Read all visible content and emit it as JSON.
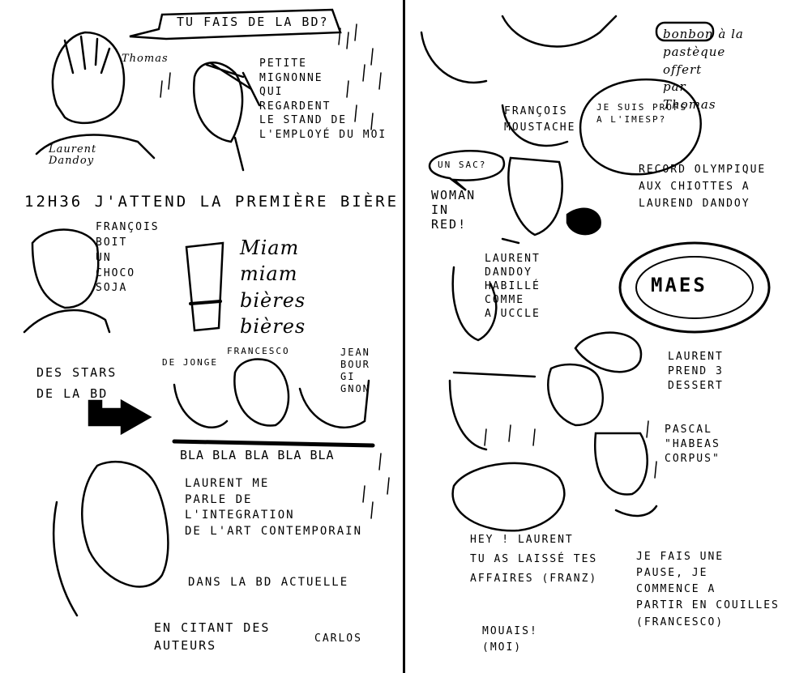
{
  "left_page": {
    "speech_bd": "TU FAIS DE LA BD?",
    "label_thomas": "Thomas",
    "label_laurent": "Laurent\nDandoy",
    "petite_mignonne": "PETITE\nMIGNONNE\nQUI\nREGARDENT\nLE STAND DE\nL'EMPLOYÉ DU MOI",
    "time_line": "12H36 J'ATTEND LA PREMIÈRE BIÈRE",
    "francois_boit": "FRANÇOIS\nBOIT\nUN\nCHOCO\nSOJA",
    "miam": "Miam\nmiam\nbières\nbières",
    "des_stars": "DES STARS\nDE LA BD",
    "label_francesco": "FRANCESCO",
    "label_dejonge": "DE JONGE",
    "label_jean": "JEAN\nBOUR\nGI\nGNON",
    "bla": "BLA BLA BLA BLA BLA",
    "laurent_me": "LAURENT ME\nPARLE DE\nL'INTEGRATION\nDE L'ART CONTEMPORAIN",
    "dans_la_bd": "DANS LA BD ACTUELLE",
    "en_citant": "EN CITANT DES\nAUTEURS",
    "carlos": "CARLOS"
  },
  "right_page": {
    "bonbon": "bonbon à la\npastèque\noffert\npar\nThomas",
    "francois_moustache": "FRANÇOIS\nMOUSTACHE",
    "profs": "JE SUIS PROFS\nA L'IMESP?",
    "un_sac": "UN SAC?",
    "woman": "WOMAN\nIN\nRED!",
    "record": "RECORD OLYMPIQUE\nAUX CHIOTTES A\nLAUREND DANDOY",
    "laurent_habille": "LAURENT\nDANDOY\nHABILLÉ\nCOMME\nA UCCLE",
    "maes": "MAES",
    "laurent_dessert": "LAURENT\nPREND 3\nDESSERT",
    "pascal": "PASCAL\n\"HABEAS\nCORPUS\"",
    "hey_laurent": "HEY ! LAURENT\nTU AS LAISSÉ TES\nAFFAIRES (FRANZ)",
    "je_fais": "JE FAIS UNE\nPAUSE, JE\nCOMMENCE A\nPARTIR EN COUILLES\n(FRANCESCO)",
    "mouais": "MOUAIS!\n(MOI)"
  }
}
